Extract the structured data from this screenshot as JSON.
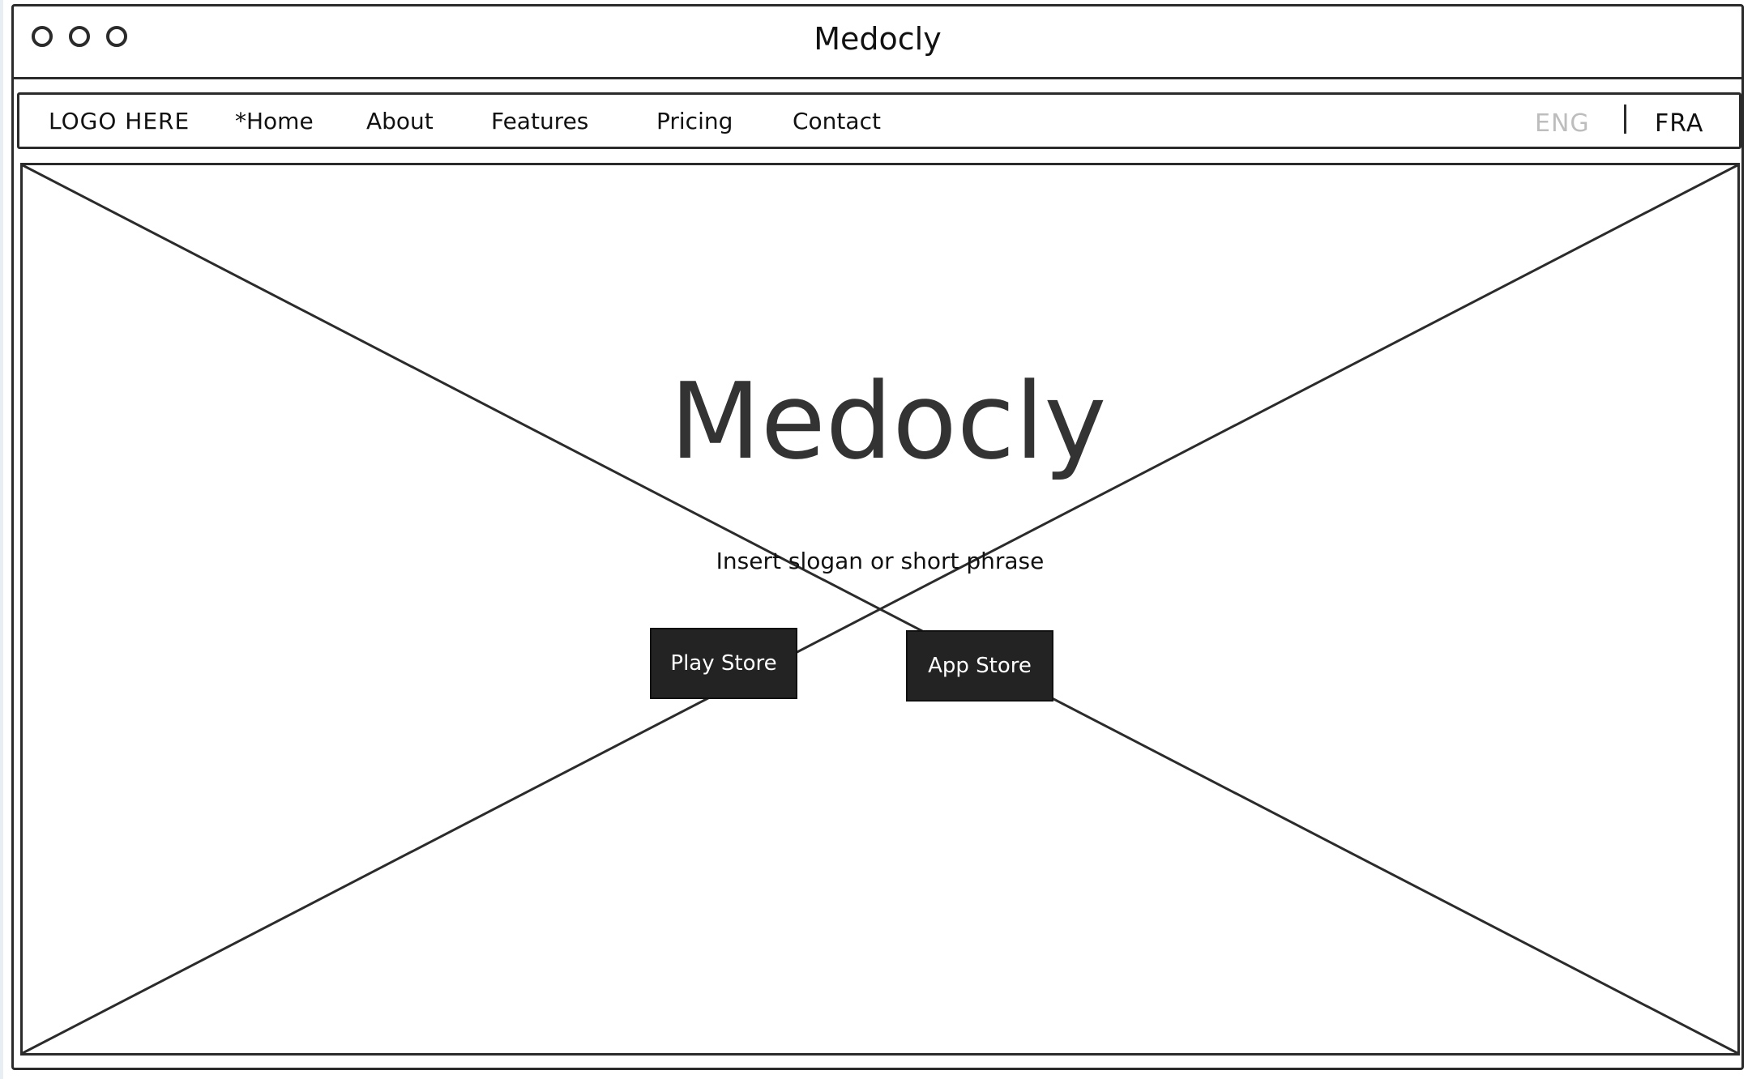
{
  "window": {
    "title": "Medocly",
    "controls": [
      "close",
      "minimize",
      "maximize"
    ]
  },
  "nav": {
    "logo": "LOGO HERE",
    "items": [
      {
        "label": "*Home",
        "active": true
      },
      {
        "label": "About"
      },
      {
        "label": "Features"
      },
      {
        "label": "Pricing"
      },
      {
        "label": "Contact"
      }
    ],
    "languages": [
      {
        "label": "ENG",
        "selected": false
      },
      {
        "label": "FRA",
        "selected": true
      }
    ]
  },
  "hero": {
    "title": "Medocly",
    "slogan": "Insert slogan or short phrase",
    "buttons": {
      "play_store": "Play Store",
      "app_store": "App Store"
    },
    "image_placeholder": "image-placeholder-icon"
  },
  "colors": {
    "border": "#2b2b2b",
    "button_bg": "#232323",
    "button_text": "#ffffff",
    "inactive_lang": "#bdbdbd",
    "hero_title": "#333333"
  }
}
